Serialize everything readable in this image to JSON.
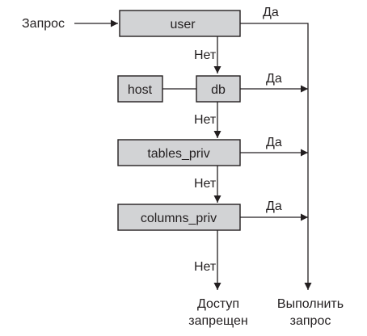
{
  "input_label": "Запрос",
  "nodes": {
    "user": "user",
    "host": "host",
    "db": "db",
    "tables_priv": "tables_priv",
    "columns_priv": "columns_priv"
  },
  "edge_labels": {
    "yes": "Да",
    "no": "Нет"
  },
  "outcomes": {
    "denied_line1": "Доступ",
    "denied_line2": "запрещен",
    "execute_line1": "Выполнить",
    "execute_line2": "запрос"
  },
  "colors": {
    "box_fill": "#d2d3d5",
    "stroke": "#231f20"
  }
}
